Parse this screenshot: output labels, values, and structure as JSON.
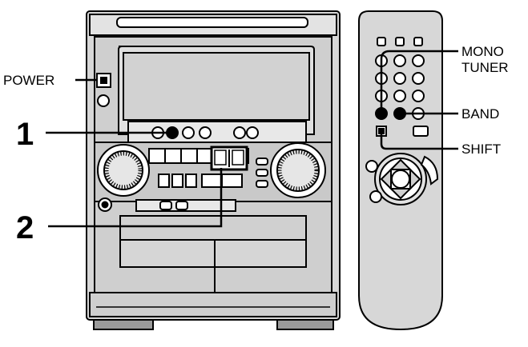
{
  "labels": {
    "power": "POWER",
    "step_one": "1",
    "step_two": "2",
    "mono": "MONO",
    "tuner": "TUNER",
    "band": "BAND",
    "shift": "SHIFT"
  },
  "colors": {
    "ink": "#000000",
    "panel": "#d7d7d7",
    "panel_dark": "#b8b8b8",
    "paper": "#ffffff"
  },
  "icons": {
    "remote_cursor_pad": "four-way-arrow-pad",
    "volume_knob": "radial-knob"
  }
}
